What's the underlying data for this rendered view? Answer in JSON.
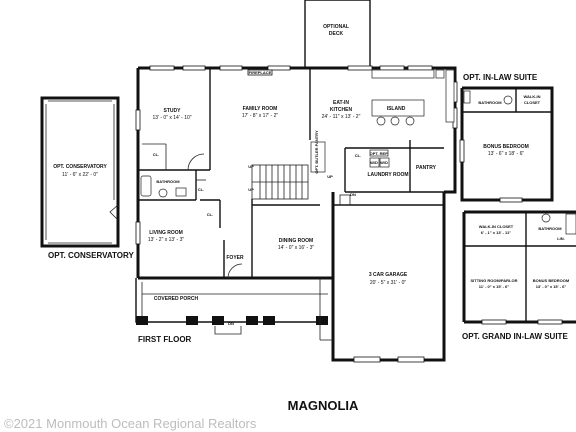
{
  "title": "MAGNOLIA",
  "caption_first_floor": "FIRST FLOOR",
  "caption_conservatory": "OPT. CONSERVATORY",
  "caption_inlaw": "OPT. IN-LAW SUITE",
  "caption_grand_inlaw": "OPT. GRAND IN-LAW SUITE",
  "watermark": "©2021 Monmouth Ocean Regional Realtors",
  "rooms": {
    "optional_deck": {
      "line1": "OPTIONAL",
      "line2": "DECK"
    },
    "conservatory": {
      "name": "OPT. CONSERVATORY",
      "dim": "11' - 6\" x 22' - 0\""
    },
    "study": {
      "name": "STUDY",
      "dim": "13' - 0\" x 14' - 10\""
    },
    "family_room": {
      "name": "FAMILY ROOM",
      "dim": "17' - 8\" x 17' - 2\""
    },
    "fireplace": "FIREPLACE",
    "kitchen": {
      "line1": "EAT-IN",
      "line2": "KITCHEN",
      "dim": "24' - 11\" x 13' - 2\""
    },
    "island": "ISLAND",
    "pantry": "PANTRY",
    "laundry": "LAUNDRY ROOM",
    "opt_butler": "OPT. BUTLER PANTRY",
    "opt_ref": "OPT. REF.",
    "bathroom": "BATHROOM",
    "cl": "CL.",
    "living_room": {
      "name": "LIVING ROOM",
      "dim": "13' - 2\" x 13' - 3\""
    },
    "foyer": "FOYER",
    "dining_room": {
      "name": "DINING ROOM",
      "dim": "14' - 0\" x 16' - 3\""
    },
    "garage": {
      "name": "3 CAR GARAGE",
      "dim": "20' - 5\" x 31' - 0\""
    },
    "covered_porch": "COVERED PORCH",
    "up": "UP",
    "dn": "DN",
    "wd": "W/D",
    "suite_bathroom": "BATHROOM",
    "suite_walk_in": {
      "line1": "WALK-IN",
      "line2": "CLOSET"
    },
    "suite_bonus": {
      "name": "BONUS BEDROOM",
      "dim": "13' - 6\" x 18' - 6\""
    },
    "grand_walk_in": {
      "name": "WALK-IN CLOSET",
      "dim": "6' - 1\" x 13' - 11\""
    },
    "grand_bathroom": "BATHROOM",
    "grand_lin": "LIN.",
    "grand_sitting": {
      "name": "SITTING ROOM/PARLOR",
      "dim": "11' - 0\" x 15' - 6\""
    },
    "grand_bonus": {
      "name": "BONUS BEDROOM",
      "dim": "13' - 0\" x 15' - 6\""
    }
  }
}
